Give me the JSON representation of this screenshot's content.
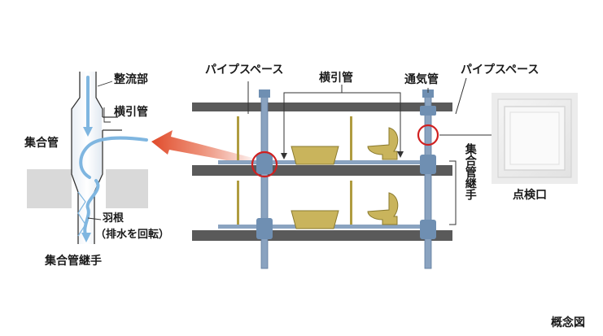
{
  "labels": {
    "seiryubu": "整流部",
    "yokobikikan_left": "横引管",
    "shugokan": "集合管",
    "hane": "羽根",
    "hane_note": "（排水を回転）",
    "shugokan_tsugite_bottom": "集合管継手",
    "pipe_space_left": "パイプスペース",
    "yokobikikan_center": "横引管",
    "tsukikan": "通気管",
    "pipe_space_right": "パイプスペース",
    "shugokan_tsugite_vertical": "集合管継手",
    "tenkenkou": "点検口",
    "gainenzu": "概念図"
  },
  "colors": {
    "floor_slab": "#5a5a5a",
    "pipe_blue": "#8aa3c0",
    "pipe_joint": "#6f8fb2",
    "fixture_gold": "#c9b45c",
    "fixture_stroke": "#8a7a2e",
    "highlight_red": "#d02020",
    "arrow_red": "#e04a2a",
    "flow_arrow": "#7fb6e0",
    "wall_gray": "#d9d9d9"
  }
}
